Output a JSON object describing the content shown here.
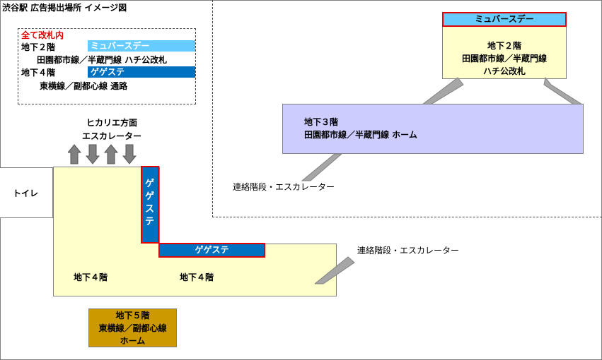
{
  "title": "渋谷駅 広告掲出場所 イメージ図",
  "legend": {
    "all_gates": "全て改札内",
    "b2_floor": "地下２階",
    "b2_name": "ミュバースデー",
    "b2_location": "田園都市線／半蔵門線 ハチ公改札",
    "b4_floor": "地下４階",
    "b4_name": "ゲゲステ",
    "b4_location": "東横線／副都心線 通路"
  },
  "left_map": {
    "escalator_label_1": "ヒカリエ方面",
    "escalator_label_2": "エスカレーター",
    "toilet": "トイレ",
    "ad_vertical": "ゲゲステ",
    "ad_horizontal": "ゲゲステ",
    "floor_label_left": "地下４階",
    "floor_label_right": "地下４階",
    "b5_line1": "地下５階",
    "b5_line2": "東横線／副都心線",
    "b5_line3": "ホーム",
    "stairs_label": "連絡階段・エスカレーター"
  },
  "right_map": {
    "ad_top": "ミュバースデー",
    "b2_line1": "地下２階",
    "b2_line2": "田園都市線／半蔵門線",
    "b2_line3": "ハチ公改札",
    "b3_line1": "地下３階",
    "b3_line2": "田園都市線／半蔵門線 ホーム",
    "stairs_label": "連絡階段・エスカレーター"
  },
  "colors": {
    "light_blue": "#66ccff",
    "dark_blue": "#0070c0",
    "cream": "#ffffcc",
    "lavender": "#ccccff",
    "gold": "#cc9900",
    "red": "#e00000"
  }
}
